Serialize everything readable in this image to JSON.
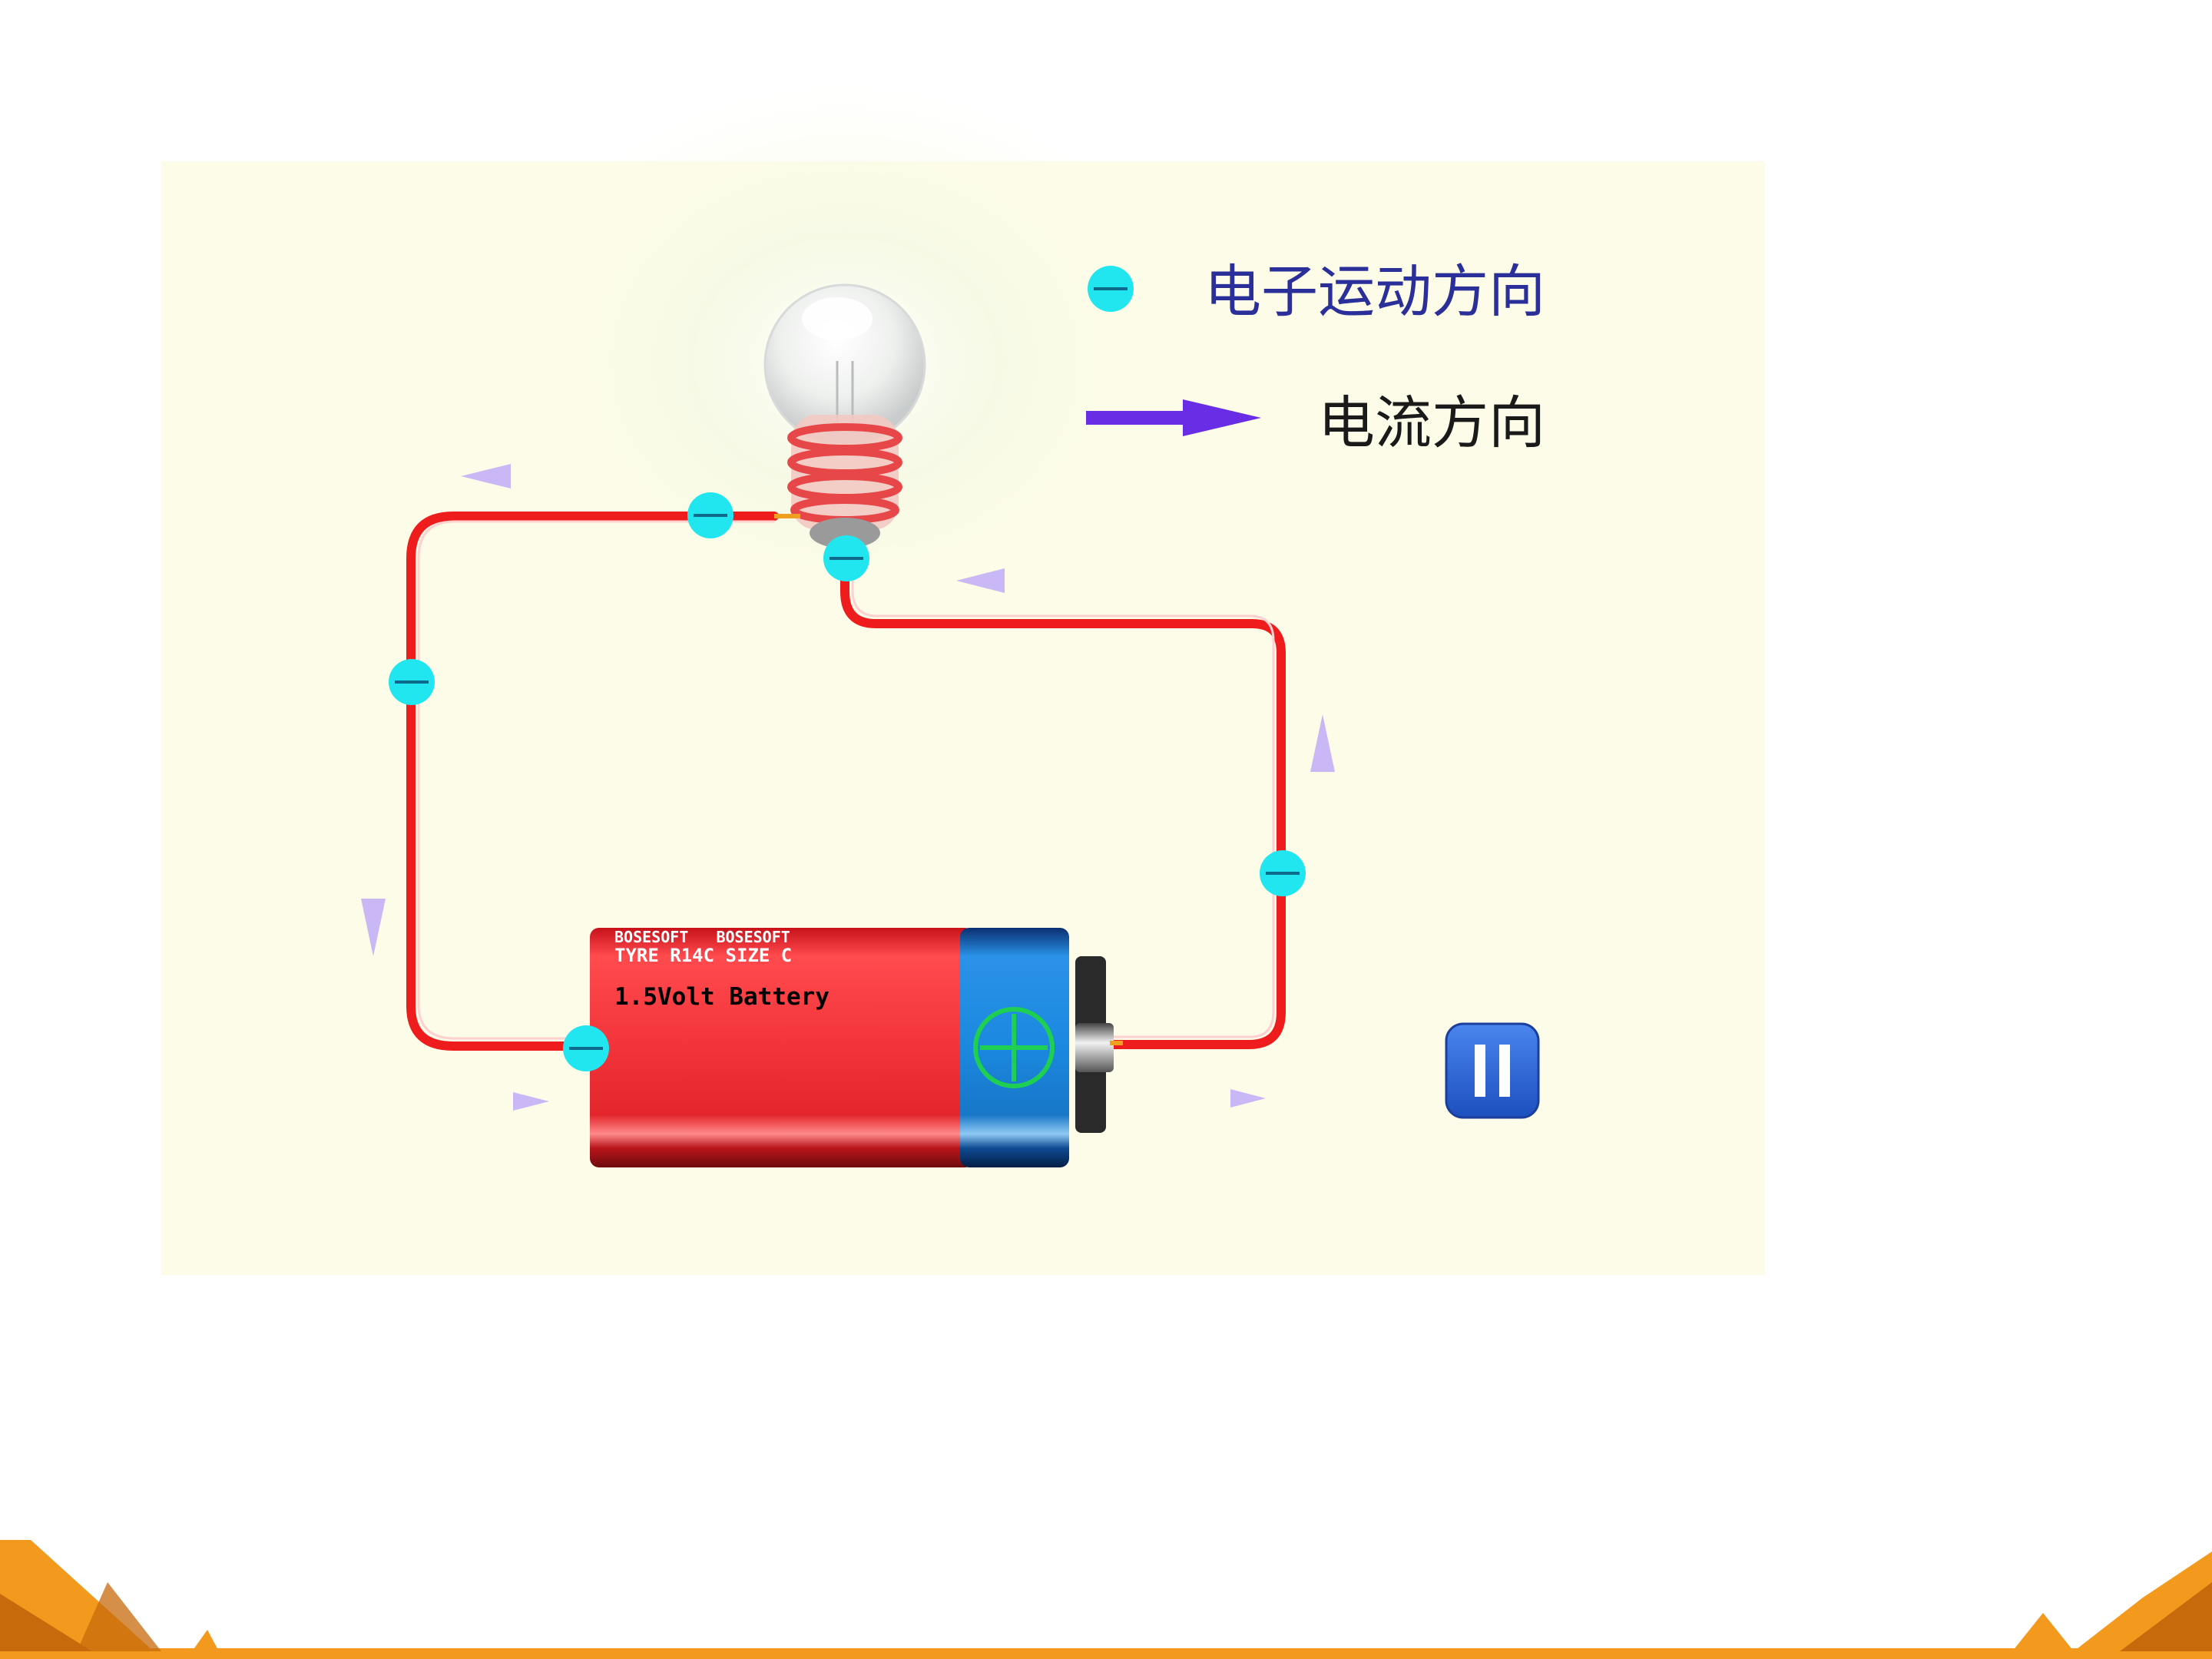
{
  "legend": {
    "electron_label": "电子运动方向",
    "current_label": "电流方向",
    "electron_symbol": "−"
  },
  "battery": {
    "brand_line": "BOSESOFT   BOSESOFT",
    "type_line": "TYRE R14C SIZE C",
    "voltage_label": "1.5Volt Battery",
    "positive_symbol": "+"
  },
  "electron": {
    "symbol": "−"
  },
  "controls": {
    "pause_icon": "pause-icon",
    "state": "playing"
  },
  "colors": {
    "panel_bg": "#fdfce8",
    "wire": "#ee1c1c",
    "electron": "#22e6ef",
    "current_arrow": "#7b3cf0",
    "legend_electron_text": "#2b2f9a",
    "legend_current_text": "#1a1a1a",
    "battery_red": "#e8262c",
    "battery_blue": "#1f8fe0",
    "positive_ring": "#1fcf52",
    "pause_button": "#2a62d6",
    "footer_orange": "#f39a1e"
  }
}
